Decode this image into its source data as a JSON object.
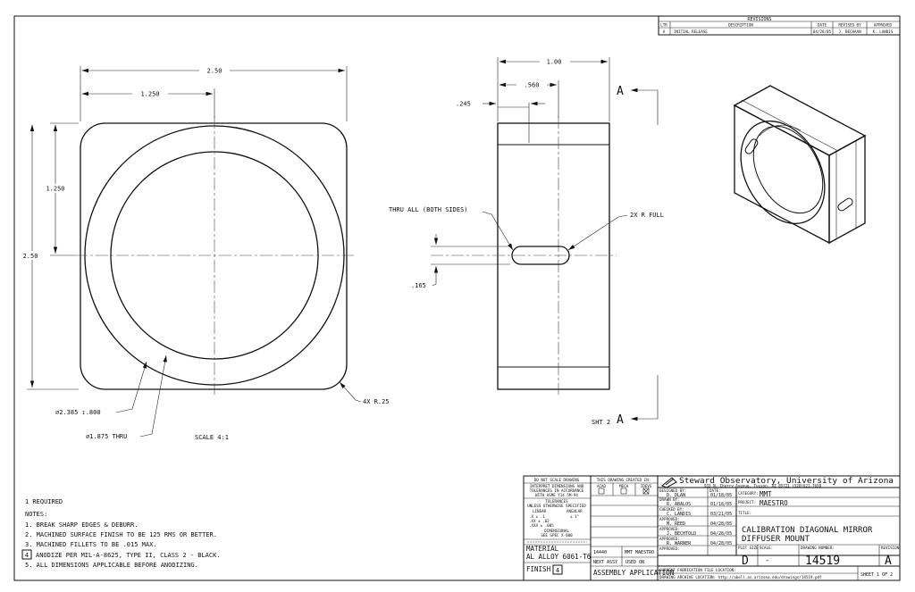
{
  "revisions": {
    "title": "REVISIONS",
    "headers": [
      "LTR",
      "DESCRIPTION",
      "DATE",
      "REVISED BY",
      "APPROVED"
    ],
    "row": [
      "A",
      "INITIAL RELEASE",
      "04/28/05",
      "J. BECHAAN",
      "K. LANDIS"
    ]
  },
  "front_view": {
    "dim_width": "2.50",
    "dim_half_width": "1.250",
    "dim_half_height": "1.250",
    "dim_height": "2.50",
    "callout_bore": "⌀2.385 ↧.800",
    "callout_thru": "⌀1.875 THRU",
    "callout_radius": "4X R.25",
    "scale": "SCALE 4:1"
  },
  "side_view": {
    "dim_depth": "1.00",
    "dim_slot_pos": ".560",
    "dim_step": ".245",
    "dim_slot_height": ".165",
    "callout_thru_all": "THRU ALL (BOTH SIDES)",
    "callout_slot": "2X R FULL",
    "section_top": "A",
    "section_bottom": "A",
    "section_sheet_ref": "SHT 2"
  },
  "notes": {
    "quantity": "1 REQUIRED",
    "heading": "NOTES:",
    "items": [
      "1. BREAK SHARP EDGES & DEBURR.",
      "2. MACHINED SURFACE FINISH TO BE 125 RMS OR BETTER.",
      "3. MACHINED FILLETS TO BE .015 MAX.",
      "ANODIZE PER MIL-A-8625, TYPE II, CLASS 2 - BLACK.",
      "5. ALL DIMENSIONS APPLICABLE BEFORE ANODIZING."
    ],
    "flag_number": "4"
  },
  "title_block": {
    "do_not_scale": "DO NOT SCALE DRAWING",
    "interpret_1": "INTERPRET DIMENSIONS AND",
    "interpret_2": "TOLERANCES IN ACCORDANCE",
    "interpret_3": "WITH ASME Y14.5M-94",
    "tolerances_title": "TOLERANCES",
    "tolerances_sub": "UNLESS OTHERWISE SPECIFIED",
    "linear_label": "LINEAR",
    "angular_label": "ANGULAR",
    "tol_x": ".X   ± .1",
    "tol_xx": ".XX  ± .02",
    "tol_xxx": ".XXX ± .005",
    "tol_ang": "± 1°",
    "dimensional_1": "DIMENSIONAL",
    "dimensional_2": "SEE SPEC X-000",
    "created_in": "THIS DRAWING CREATED IN:",
    "created_cols": [
      "ACAD",
      "MECH",
      "IDEVS"
    ],
    "material_label": "MATERIAL",
    "material_value": "AL ALLOY 6061-T6",
    "finish_label": "FINISH",
    "finish_flag": "4",
    "next_assy_number": "14440",
    "next_assy_name": "MMT MAESTRO",
    "next_assy_label": "NEXT ASSY",
    "used_on_label": "USED ON",
    "assembly_application": "ASSEMBLY APPLICATION",
    "signoffs": [
      {
        "role": "DESIGNED BY:",
        "name": "D. DLAN",
        "date": "01/18/05"
      },
      {
        "role": "DRAWN BY:",
        "name": "R. ABALOS",
        "date": "01/18/05"
      },
      {
        "role": "CHECKED BY:",
        "name": "C. LANDIS",
        "date": "03/21/05"
      },
      {
        "role": "APPROVED:",
        "name": "M. REED",
        "date": "04/28/05"
      },
      {
        "role": "APPROVED:",
        "name": "J. BECHTOLD",
        "date": "04/28/05"
      },
      {
        "role": "APPROVED:",
        "name": "R. WARNER",
        "date": "04/28/05"
      },
      {
        "role": "APPROVED:",
        "name": "",
        "date": ""
      }
    ],
    "date_label": "DATE:",
    "org_name": "Steward Observatory, University of Arizona",
    "org_address": "933 N. Cherry Avenue, Tucson, AZ  85721   (520)621-7658",
    "category_label": "CATEGORY:",
    "category_value": "MMT",
    "project_label": "PROJECT:",
    "project_value": "MAESTRO",
    "title_label": "TITLE:",
    "title_line1": "CALIBRATION DIAGONAL MIRROR",
    "title_line2": "DIFFUSER MOUNT",
    "plot_size_label": "PLOT SIZE",
    "plot_size_value": "D",
    "scale_label": "SCALE:",
    "scale_value": "-",
    "drawing_number_label": "DRAWING NUMBER:",
    "drawing_number_value": "14519",
    "revision_label": "REVISION:",
    "revision_value": "A",
    "current_location": "CURRENT FABRICATION FILE LOCATION:",
    "archive_location": "DRAWING ARCHIVE LOCATION: http://abell.as.arizona.edu/drawings/14519.pdf",
    "sheet": "SHEET 1 OF 2"
  }
}
